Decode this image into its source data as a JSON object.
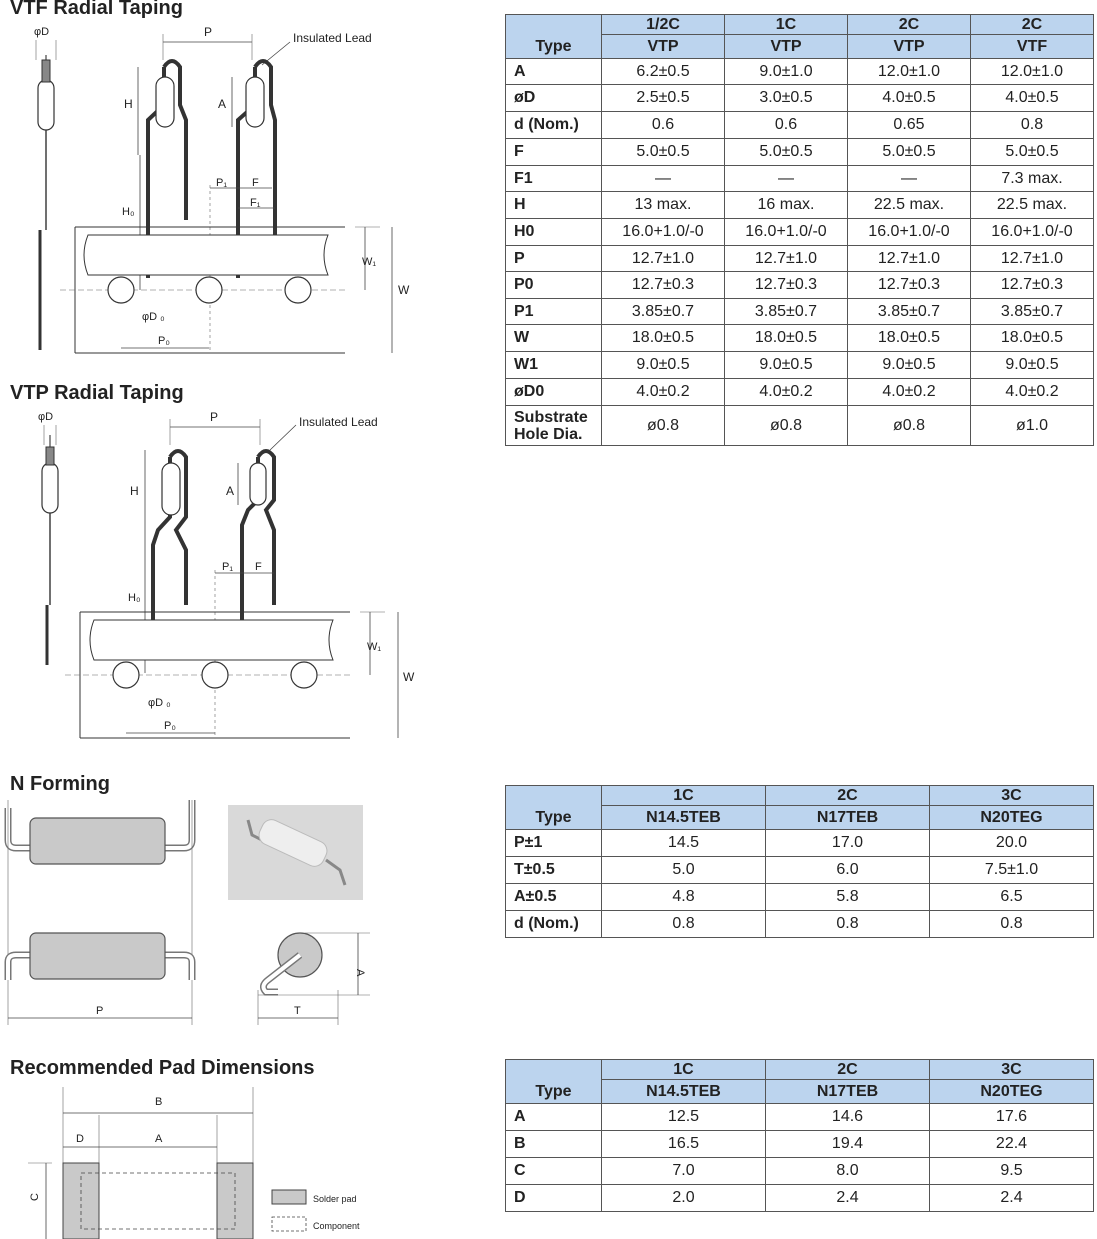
{
  "sections": {
    "vtf_title": "VTF Radial Taping",
    "vtp_title": "VTP Radial Taping",
    "n_forming_title": "N Forming",
    "pad_title": "Recommended Pad Dimensions"
  },
  "diagram_labels": {
    "phiD": "φD",
    "P": "P",
    "insulated_lead": "Insulated Lead",
    "H": "H",
    "A": "A",
    "P1": "P₁",
    "F": "F",
    "F1": "F₁",
    "H0": "H₀",
    "W1": "W₁",
    "W": "W",
    "phiD0": "φD ₀",
    "P0": "P₀",
    "T": "T",
    "B": "B",
    "D": "D",
    "C": "C",
    "solder_pad": "Solder pad",
    "component": "Component"
  },
  "vt_table": {
    "type_label": "Type",
    "columns": [
      {
        "top": "1/2C",
        "bottom": "VTP"
      },
      {
        "top": "1C",
        "bottom": "VTP"
      },
      {
        "top": "2C",
        "bottom": "VTP"
      },
      {
        "top": "2C",
        "bottom": "VTF"
      }
    ],
    "rows": [
      {
        "label": "A",
        "values": [
          "6.2±0.5",
          "9.0±1.0",
          "12.0±1.0",
          "12.0±1.0"
        ]
      },
      {
        "label": "øD",
        "values": [
          "2.5±0.5",
          "3.0±0.5",
          "4.0±0.5",
          "4.0±0.5"
        ]
      },
      {
        "label": "d (Nom.)",
        "values": [
          "0.6",
          "0.6",
          "0.65",
          "0.8"
        ]
      },
      {
        "label": "F",
        "values": [
          "5.0±0.5",
          "5.0±0.5",
          "5.0±0.5",
          "5.0±0.5"
        ]
      },
      {
        "label": "F1",
        "values": [
          "—",
          "—",
          "—",
          "7.3 max."
        ]
      },
      {
        "label": "H",
        "values": [
          "13 max.",
          "16 max.",
          "22.5 max.",
          "22.5 max."
        ]
      },
      {
        "label": "H0",
        "values": [
          "16.0+1.0/-0",
          "16.0+1.0/-0",
          "16.0+1.0/-0",
          "16.0+1.0/-0"
        ]
      },
      {
        "label": "P",
        "values": [
          "12.7±1.0",
          "12.7±1.0",
          "12.7±1.0",
          "12.7±1.0"
        ]
      },
      {
        "label": "P0",
        "values": [
          "12.7±0.3",
          "12.7±0.3",
          "12.7±0.3",
          "12.7±0.3"
        ]
      },
      {
        "label": "P1",
        "values": [
          "3.85±0.7",
          "3.85±0.7",
          "3.85±0.7",
          "3.85±0.7"
        ]
      },
      {
        "label": "W",
        "values": [
          "18.0±0.5",
          "18.0±0.5",
          "18.0±0.5",
          "18.0±0.5"
        ]
      },
      {
        "label": "W1",
        "values": [
          "9.0±0.5",
          "9.0±0.5",
          "9.0±0.5",
          "9.0±0.5"
        ]
      },
      {
        "label": "øD0",
        "values": [
          "4.0±0.2",
          "4.0±0.2",
          "4.0±0.2",
          "4.0±0.2"
        ]
      },
      {
        "label_line1": "Substrate",
        "label_line2": "Hole Dia.",
        "values": [
          "ø0.8",
          "ø0.8",
          "ø0.8",
          "ø1.0"
        ]
      }
    ]
  },
  "n_table": {
    "type_label": "Type",
    "columns": [
      {
        "top": "1C",
        "bottom": "N14.5TEB"
      },
      {
        "top": "2C",
        "bottom": "N17TEB"
      },
      {
        "top": "3C",
        "bottom": "N20TEG"
      }
    ],
    "rows": [
      {
        "label": "P±1",
        "values": [
          "14.5",
          "17.0",
          "20.0"
        ]
      },
      {
        "label": "T±0.5",
        "values": [
          "5.0",
          "6.0",
          "7.5±1.0"
        ]
      },
      {
        "label": "A±0.5",
        "values": [
          "4.8",
          "5.8",
          "6.5"
        ]
      },
      {
        "label": "d (Nom.)",
        "values": [
          "0.8",
          "0.8",
          "0.8"
        ]
      }
    ]
  },
  "pad_table": {
    "type_label": "Type",
    "columns": [
      {
        "top": "1C",
        "bottom": "N14.5TEB"
      },
      {
        "top": "2C",
        "bottom": "N17TEB"
      },
      {
        "top": "3C",
        "bottom": "N20TEG"
      }
    ],
    "rows": [
      {
        "label": "A",
        "values": [
          "12.5",
          "14.6",
          "17.6"
        ]
      },
      {
        "label": "B",
        "values": [
          "16.5",
          "19.4",
          "22.4"
        ]
      },
      {
        "label": "C",
        "values": [
          "7.0",
          "8.0",
          "9.5"
        ]
      },
      {
        "label": "D",
        "values": [
          "2.0",
          "2.4",
          "2.4"
        ]
      }
    ]
  }
}
